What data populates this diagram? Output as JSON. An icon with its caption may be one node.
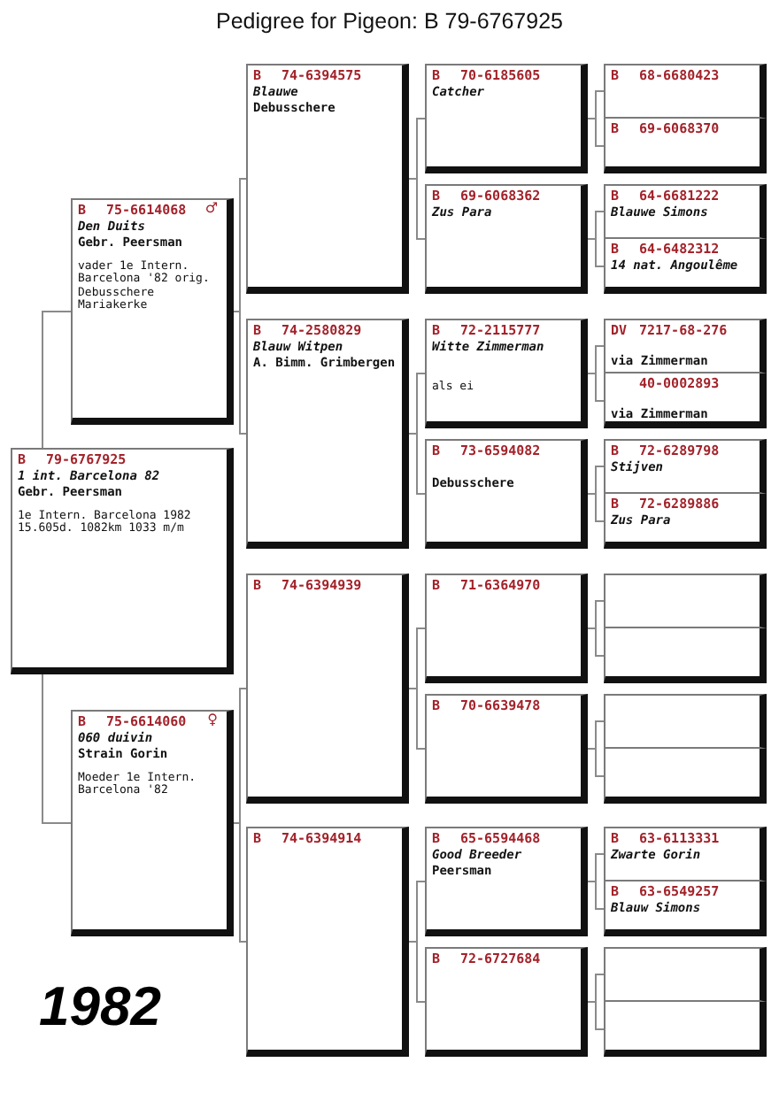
{
  "diagram": {
    "title": "Pedigree for Pigeon: B 79-6767925",
    "nodes": [
      {
        "text": [
          "B",
          "79-6767925",
          "1 int. Barcelona 82",
          "Gebr. Peersman",
          "1e Intern. Barcelona 1982 15.605d. 1082km 1033 m/m"
        ]
      },
      {
        "text": [
          "B",
          "75-6614068",
          "♂",
          "Den Duits",
          "Gebr. Peersman",
          "vader 1e Intern. Barcelona '82 orig. Debusschere Mariakerke"
        ]
      },
      {
        "text": [
          "B",
          "75-6614060",
          "♀",
          "060 duivin",
          "Strain Gorin",
          "Moeder 1e Intern. Barcelona '82"
        ]
      },
      {
        "text": [
          "B",
          "74-6394575",
          "Blauwe",
          "Debusschere"
        ]
      },
      {
        "text": [
          "B",
          "74-2580829",
          "Blauw Witpen",
          "A. Bimm. Grimbergen"
        ]
      },
      {
        "text": [
          "B",
          "74-6394939"
        ]
      },
      {
        "text": [
          "B",
          "74-6394914"
        ]
      },
      {
        "text": [
          "B",
          "70-6185605",
          "Catcher"
        ]
      },
      {
        "text": [
          "B",
          "69-6068362",
          "Zus Para"
        ]
      },
      {
        "text": [
          "B",
          "72-2115777",
          "Witte Zimmerman",
          "als ei"
        ]
      },
      {
        "text": [
          "B",
          "73-6594082",
          "Debusschere"
        ]
      },
      {
        "text": [
          "B",
          "71-6364970"
        ]
      },
      {
        "text": [
          "B",
          "70-6639478"
        ]
      },
      {
        "text": [
          "B",
          "65-6594468",
          "Good Breeder",
          "Peersman"
        ]
      },
      {
        "text": [
          "B",
          "72-6727684"
        ]
      },
      {
        "text": [
          "B",
          "68-6680423"
        ]
      },
      {
        "text": [
          "B",
          "69-6068370"
        ]
      },
      {
        "text": [
          "B",
          "64-6681222",
          "Blauwe Simons"
        ]
      },
      {
        "text": [
          "B",
          "64-6482312",
          "14 nat. Angoulême"
        ]
      },
      {
        "text": [
          "DV",
          "7217-68-276",
          "via Zimmerman"
        ]
      },
      {
        "text": [
          "40-0002893",
          "via Zimmerman"
        ]
      },
      {
        "text": [
          "B",
          "72-6289798",
          "Stijven"
        ]
      },
      {
        "text": [
          "B",
          "72-6289886",
          "Zus Para"
        ]
      },
      {
        "text": [],
        "shape": "box"
      },
      {
        "text": [],
        "shape": "box"
      },
      {
        "text": [],
        "shape": "box"
      },
      {
        "text": [],
        "shape": "box"
      },
      {
        "text": [
          "B",
          "63-6113331",
          "Zwarte Gorin"
        ]
      },
      {
        "text": [
          "B",
          "63-6549257",
          "Blauw Simons"
        ]
      },
      {
        "text": [],
        "shape": "box"
      },
      {
        "text": [],
        "shape": "box"
      }
    ],
    "edges": [
      {
        "from": 0,
        "to": 1,
        "arrow": "none"
      },
      {
        "from": 0,
        "to": 2,
        "arrow": "none"
      },
      {
        "from": 1,
        "to": 3,
        "arrow": "none"
      },
      {
        "from": 1,
        "to": 4,
        "arrow": "none"
      },
      {
        "from": 2,
        "to": 5,
        "arrow": "none"
      },
      {
        "from": 2,
        "to": 6,
        "arrow": "none"
      },
      {
        "from": 3,
        "to": 7,
        "arrow": "none"
      },
      {
        "from": 3,
        "to": 8,
        "arrow": "none"
      },
      {
        "from": 4,
        "to": 9,
        "arrow": "none"
      },
      {
        "from": 4,
        "to": 10,
        "arrow": "none"
      },
      {
        "from": 5,
        "to": 11,
        "arrow": "none"
      },
      {
        "from": 5,
        "to": 12,
        "arrow": "none"
      },
      {
        "from": 6,
        "to": 13,
        "arrow": "none"
      },
      {
        "from": 6,
        "to": 14,
        "arrow": "none"
      },
      {
        "from": 7,
        "to": 15,
        "arrow": "none"
      },
      {
        "from": 7,
        "to": 16,
        "arrow": "none"
      },
      {
        "from": 8,
        "to": 17,
        "arrow": "none"
      },
      {
        "from": 8,
        "to": 18,
        "arrow": "none"
      },
      {
        "from": 9,
        "to": 19,
        "arrow": "none"
      },
      {
        "from": 9,
        "to": 20,
        "arrow": "none"
      },
      {
        "from": 10,
        "to": 21,
        "arrow": "none"
      },
      {
        "from": 10,
        "to": 22,
        "arrow": "none"
      },
      {
        "from": 11,
        "to": 23,
        "arrow": "none"
      },
      {
        "from": 11,
        "to": 24,
        "arrow": "none"
      },
      {
        "from": 12,
        "to": 25,
        "arrow": "none"
      },
      {
        "from": 12,
        "to": 26,
        "arrow": "none"
      },
      {
        "from": 13,
        "to": 27,
        "arrow": "none"
      },
      {
        "from": 13,
        "to": 28,
        "arrow": "none"
      },
      {
        "from": 14,
        "to": 29,
        "arrow": "none"
      },
      {
        "from": 14,
        "to": 30,
        "arrow": "none"
      }
    ],
    "labels": [
      "1982"
    ]
  }
}
